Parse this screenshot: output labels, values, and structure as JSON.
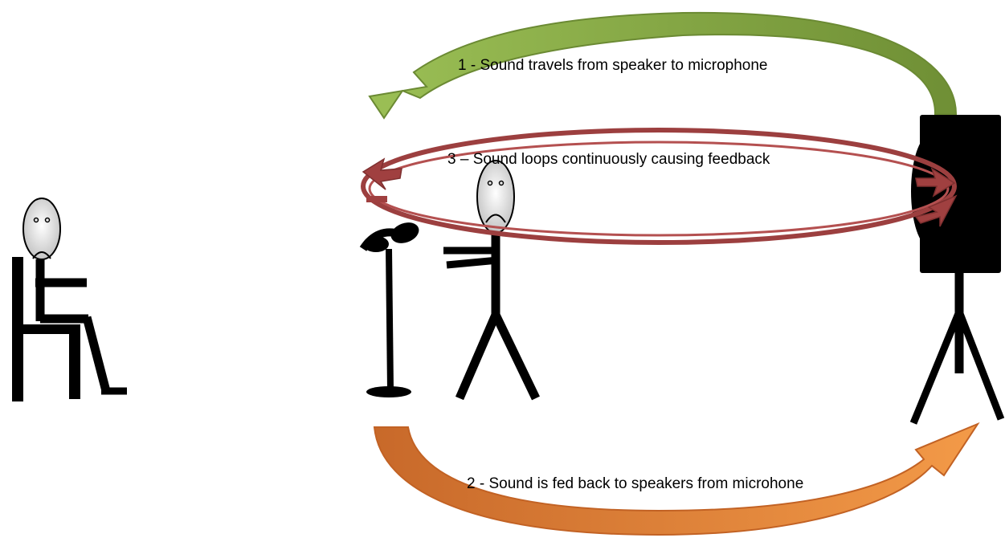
{
  "labels": {
    "step1": "1 - Sound travels from speaker to microphone",
    "step2": "2 - Sound is fed back to speakers from microhone",
    "step3": "3 – Sound loops continuously causing feedback"
  },
  "colors": {
    "arrow_step1": "#7a9a3a",
    "arrow_step2": "#e07a30",
    "arrow_step3": "#a04040",
    "figures": "#000000",
    "faces": "#d9d9d9"
  }
}
